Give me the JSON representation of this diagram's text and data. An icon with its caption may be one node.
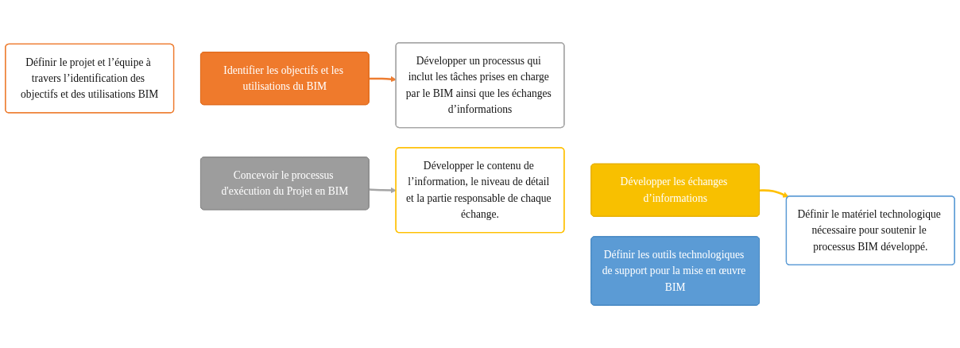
{
  "diagram": {
    "nodes": [
      {
        "text": [
          "Définir le projet et l’équipe à travers l’identification des objectifs et des utilisations BIM"
        ]
      },
      {
        "text": [
          "Identifier les objectifs et les utilisations du BIM"
        ]
      },
      {
        "text": [
          "Concevoir le processus d'exécution du Projet en BIM"
        ]
      },
      {
        "text": [
          "Développer un processus qui inclut les tâches prises en charge par le BIM ainsi que les échanges d’informations"
        ]
      },
      {
        "text": [
          "Développer le contenu de l’information, le niveau de détail et la partie responsable de chaque échange."
        ]
      },
      {
        "text": [
          "Développer les échanges d’informations"
        ]
      },
      {
        "text": [
          "Définir les outils technologiques de support pour la mise en œuvre BIM"
        ]
      },
      {
        "text": [
          "Définir le matériel technologique nécessaire pour soutenir le processus BIM développé."
        ]
      }
    ],
    "edges": [
      {
        "from": 1,
        "to": 3,
        "arrow": "to",
        "color": "#ed7d31"
      },
      {
        "from": 2,
        "to": 4,
        "arrow": "to",
        "color": "#a5a5a5"
      },
      {
        "from": 5,
        "to": 7,
        "arrow": "to",
        "color": "#ffc000"
      }
    ]
  }
}
